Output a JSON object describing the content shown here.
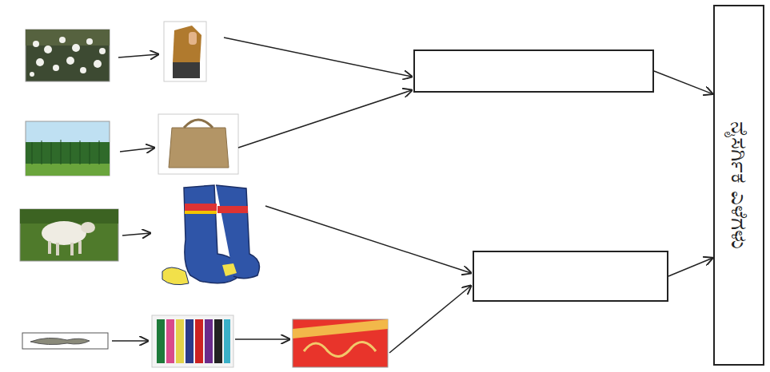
{
  "diagram": {
    "nodes": [
      {
        "text": []
      },
      {
        "text": []
      },
      {
        "text": [
          "ನೈಸರ್ಗಿಕ ಎಳೆಗಳು"
        ]
      }
    ],
    "edges": [
      {
        "from": 0,
        "to": 2,
        "arrow": "to"
      },
      {
        "from": 1,
        "to": 2,
        "arrow": "to"
      }
    ]
  }
}
